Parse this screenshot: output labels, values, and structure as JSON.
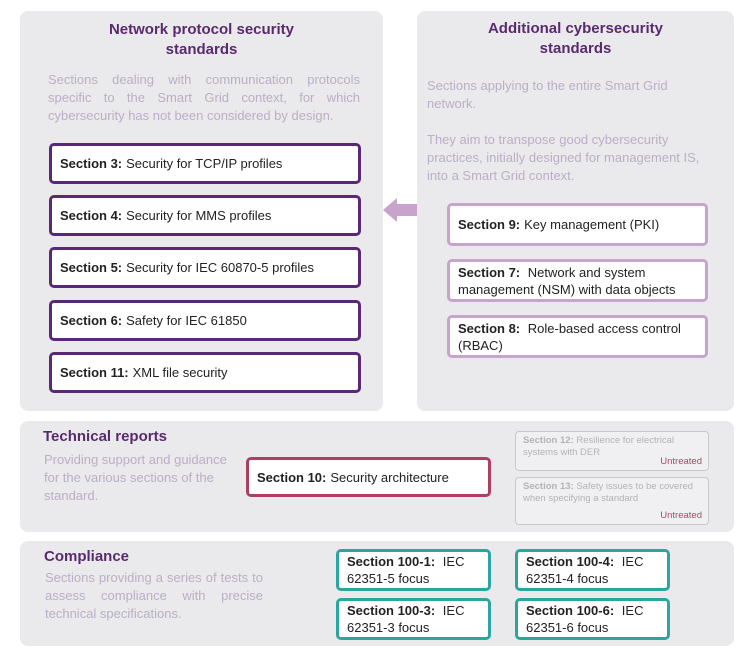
{
  "network": {
    "title_line1": "Network protocol security",
    "title_line2": "standards",
    "description": "Sections dealing with communication protocols specific to the Smart Grid context, for which cybersecurity has not been considered by design.",
    "items": [
      {
        "section": "Section 3:",
        "text": "Security for TCP/IP profiles"
      },
      {
        "section": "Section 4:",
        "text": "Security for MMS profiles"
      },
      {
        "section": "Section 5:",
        "text": "Security for IEC 60870-5 profiles"
      },
      {
        "section": "Section 6:",
        "text": "Safety for IEC 61850"
      },
      {
        "section": "Section 11:",
        "text": "XML file security"
      }
    ]
  },
  "additional": {
    "title_line1": "Additional cybersecurity",
    "title_line2": "standards",
    "description_1": "Sections applying to the entire Smart Grid network.",
    "description_2": "They aim to transpose good cybersecurity practices, initially designed for management IS, into a Smart Grid context.",
    "items": [
      {
        "section": "Section 9:",
        "text": "Key management (PKI)"
      },
      {
        "section": "Section 7:",
        "text": "Network and system management (NSM) with data objects"
      },
      {
        "section": "Section 8:",
        "text": "Role-based access control (RBAC)"
      }
    ]
  },
  "technical": {
    "title": "Technical reports",
    "description": "Providing support and guidance for the various sections of the standard.",
    "main": {
      "section": "Section 10:",
      "text": "Security architecture"
    },
    "untreated": [
      {
        "section": "Section 12:",
        "text": "Resilience for electrical systems with DER",
        "flag": "Untreated"
      },
      {
        "section": "Section 13:",
        "text": "Safety issues to be covered when specifying a standard",
        "flag": "Untreated"
      }
    ]
  },
  "compliance": {
    "title": "Compliance",
    "description": "Sections providing a series of tests to assess compliance with precise technical specifications.",
    "items": [
      {
        "section": "Section 100-1:",
        "text": "IEC 62351-5 focus"
      },
      {
        "section": "Section 100-4:",
        "text": "IEC 62351-4 focus"
      },
      {
        "section": "Section 100-3:",
        "text": "IEC 62351-3 focus"
      },
      {
        "section": "Section 100-6:",
        "text": "IEC 62351-6 focus"
      }
    ]
  },
  "colors": {
    "network_border": "#5b2878",
    "additional_border": "#c8a4cc",
    "technical_border": "#ad3f60",
    "compliance_border": "#2aa6a0",
    "untreated_flag": "#b3455f",
    "title": "#5a2a6e",
    "description": "#b9afc6"
  }
}
